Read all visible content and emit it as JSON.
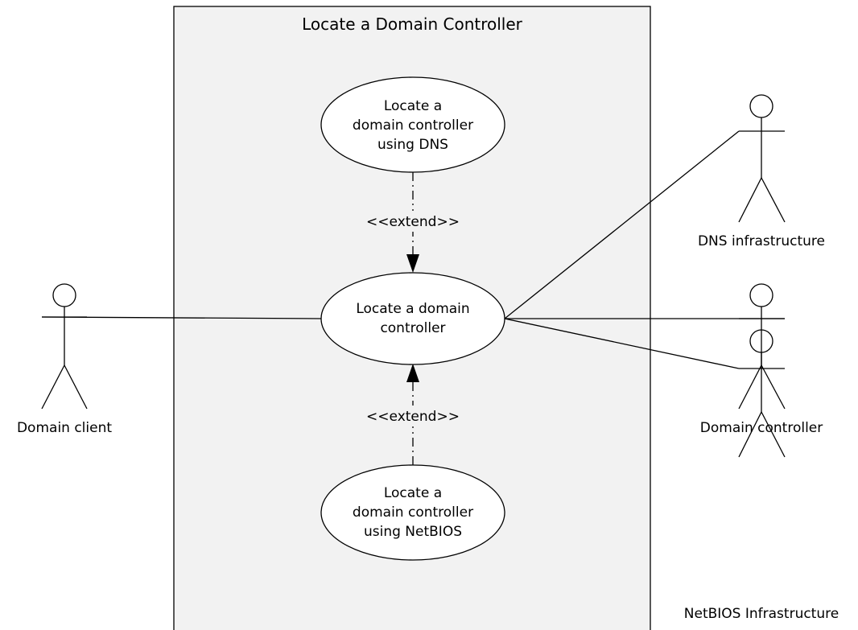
{
  "system": {
    "title": "Locate a Domain Controller"
  },
  "use_cases": {
    "dns": {
      "lines": [
        "Locate a",
        "domain controller",
        "using DNS"
      ]
    },
    "main": {
      "lines": [
        "Locate a domain",
        "controller"
      ]
    },
    "netbios": {
      "lines": [
        "Locate a",
        "domain controller",
        "using NetBIOS"
      ]
    }
  },
  "relations": {
    "extend_top": "<<extend>>",
    "extend_bottom": "<<extend>>"
  },
  "actors": {
    "domain_client": "Domain client",
    "dns_infrastructure": "DNS infrastructure",
    "domain_controller": "Domain controller",
    "netbios_infrastructure": "NetBIOS Infrastructure"
  },
  "colors": {
    "system_fill": "#f2f2f2",
    "use_case_fill": "#ffffff",
    "stroke": "#000000"
  }
}
